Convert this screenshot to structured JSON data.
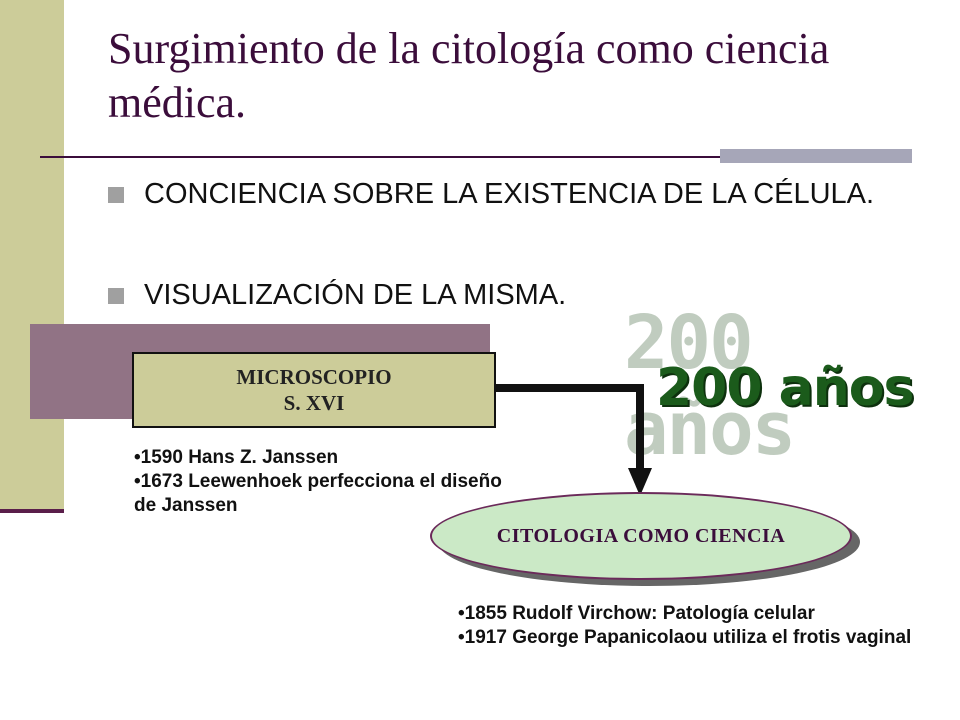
{
  "slide": {
    "title": "Surgimiento de la citología como ciencia médica.",
    "bullets": [
      "CONCIENCIA SOBRE LA EXISTENCIA DE LA CÉLULA.",
      "VISUALIZACIÓN DE LA MISMA."
    ],
    "years_label": "200 años",
    "microscope": {
      "line1": "MICROSCOPIO",
      "line2": "S. XVI"
    },
    "microscope_notes": [
      "•1590 Hans Z. Janssen",
      "•1673 Leewenhoek perfecciona el diseño de Janssen"
    ],
    "citology_label": "CITOLOGIA COMO CIENCIA",
    "citology_notes": [
      "•1855 Rudolf Virchow: Patología celular",
      "•1917 George Papanicolaou utiliza el frotis vaginal"
    ],
    "colors": {
      "accent_olive": "#cccc99",
      "accent_mauve": "#917385",
      "title": "#3b0d3b",
      "years_green": "#1b5b1b",
      "ellipse_fill": "#cbe9c6"
    }
  }
}
